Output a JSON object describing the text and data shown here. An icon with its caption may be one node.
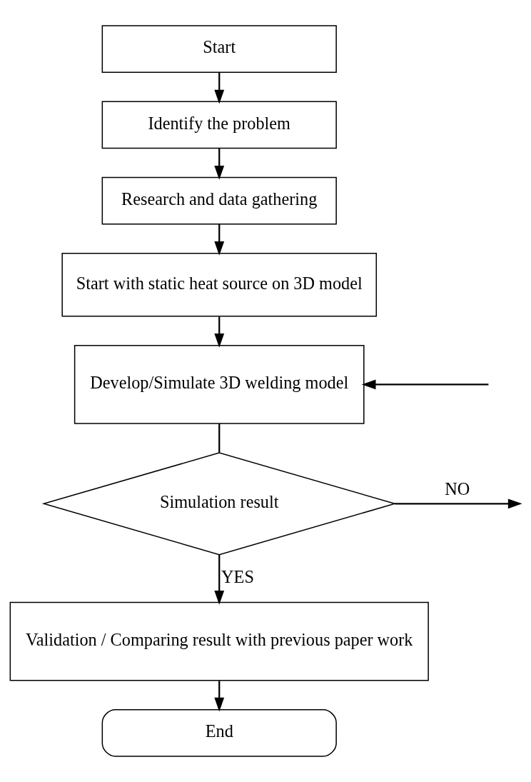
{
  "diagram": {
    "nodes": [
      {
        "text": [
          "Start"
        ]
      },
      {
        "text": [
          "Identify the problem"
        ]
      },
      {
        "text": [
          "Research and data gathering"
        ]
      },
      {
        "text": [
          "Start with static heat source on 3D model"
        ]
      },
      {
        "text": [
          "Develop/Simulate 3D welding model"
        ]
      },
      {
        "text": [
          "Simulation result"
        ]
      },
      {
        "text": [
          "Validation / Comparing result with previous paper work"
        ]
      },
      {
        "text": [
          "End"
        ]
      }
    ],
    "edges": [
      {
        "from": 0,
        "to": 1,
        "arrow": "to"
      },
      {
        "from": 1,
        "to": 2,
        "arrow": "to"
      },
      {
        "from": 2,
        "to": 3,
        "arrow": "to"
      },
      {
        "from": 3,
        "to": 4,
        "arrow": "to"
      },
      {
        "from": 4,
        "to": 5,
        "arrow": "none"
      },
      {
        "from": 5,
        "to": null,
        "arrow": "to",
        "label": "NO"
      },
      {
        "from": 5,
        "to": 6,
        "arrow": "to",
        "label": "YES"
      },
      {
        "from": 6,
        "to": 7,
        "arrow": "to"
      },
      {
        "from": null,
        "to": 4,
        "arrow": "to"
      }
    ]
  }
}
